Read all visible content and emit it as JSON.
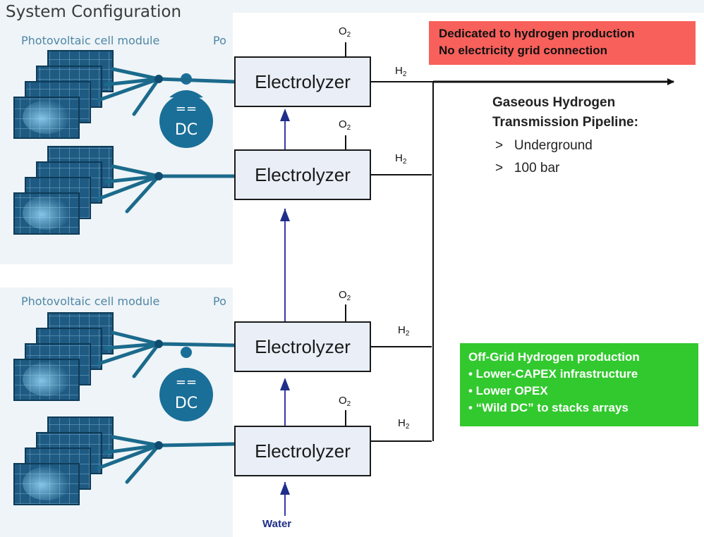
{
  "system_title": "System Configuration",
  "module_label": "Photovoltaic cell module",
  "power_label_fragment": "Po",
  "electrolyzer_label": "Electrolyzer",
  "o2_label": {
    "main": "O",
    "sub": "2"
  },
  "h2_label": {
    "main": "H",
    "sub": "2"
  },
  "dc_label": "DC",
  "dc_symbol": "==",
  "red_box": {
    "line1": "Dedicated to hydrogen production",
    "line2": "No electricity grid connection",
    "color": "#f8605b"
  },
  "pipeline": {
    "title_line1": "Gaseous Hydrogen",
    "title_line2": "Transmission Pipeline:",
    "items": [
      ">   Underground",
      ">   100 bar"
    ]
  },
  "green_box": {
    "title": "Off-Grid Hydrogen production",
    "items": [
      "• Lower-CAPEX infrastructure",
      "• Lower OPEX",
      "• “Wild DC” to stacks arrays"
    ],
    "color": "#32c92f"
  },
  "water_label": "Water",
  "colors": {
    "panel": "#1f5f86",
    "dc_bubble": "#1a6f98",
    "water_arrow": "#1f2e8a",
    "box_fill": "#e9eef7"
  }
}
